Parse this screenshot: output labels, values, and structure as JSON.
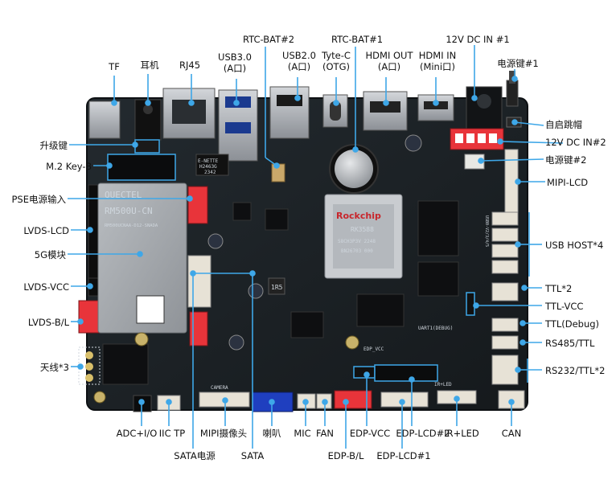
{
  "colors": {
    "pcb": "#1b2125",
    "pcb_edge": "#0d1013",
    "callout": "#3ea7e8",
    "connector_red": "#e8343a",
    "connector_white": "#e8e8e4",
    "connector_blue": "#1f3fbf",
    "metal": "#a9adb2",
    "chip": "#0e0f11"
  },
  "labels": {
    "tf": "TF",
    "earphone": "耳机",
    "rj45": "RJ45",
    "usb30": "USB3.0\n(A口)",
    "rtc_bat2": "RTC-BAT#2",
    "usb20": "USB2.0\n(A口)",
    "type_c": "Tyte-C\n(OTG)",
    "rtc_bat1": "RTC-BAT#1",
    "hdmi_out": "HDMI OUT\n(A口)",
    "hdmi_in": "HDMI IN\n(Mini口)",
    "dc_in1": "12V DC IN #1",
    "power_key1": "电源键#1",
    "auto_boot": "自启跳帽",
    "dc_in2": "12V DC IN#2",
    "power_key2": "电源键#2",
    "mipi_lcd": "MIPI-LCD",
    "usb_host": "USB HOST*4",
    "ttl2": "TTL*2",
    "ttl_vcc": "TTL-VCC",
    "ttl_debug": "TTL(Debug)",
    "rs485": "RS485/TTL",
    "rs232": "RS232/TTL*2",
    "upgrade_key": "升级键",
    "m2": "M.2 Key-B",
    "pse": "PSE电源输入",
    "lvds_lcd": "LVDS-LCD",
    "module_5g": "5G模块",
    "lvds_vcc": "LVDS-VCC",
    "lvds_bl": "LVDS-B/L",
    "antenna": "天线*3",
    "adc_io": "ADC+I/O",
    "iic_tp": "IIC TP",
    "sata_power": "SATA电源",
    "mipi_camera": "MIPI摄像头",
    "sata": "SATA",
    "speaker": "喇叭",
    "mic": "MIC",
    "fan": "FAN",
    "edp_vcc": "EDP-VCC",
    "edp_bl": "EDP-B/L",
    "edp_lcd2": "EDP-LCD#2",
    "edp_lcd1": "EDP-LCD#1",
    "ir_led": "IR+LED",
    "can": "CAN"
  },
  "silkscreen": {
    "soc_brand": "Rockchip",
    "soc_model": "RK3588",
    "soc_code1": "S8CH3P3V 2248",
    "soc_code2": "BN26703 000",
    "module_brand": "QUECTEL",
    "module_name": "RM500U-CN",
    "module_code": "RM500UCNAA-D12-SNADA",
    "magnetics": "E-NETTE",
    "magnetics_code": "H2463G",
    "magnetics_year": "2342",
    "camera_silk": "CAMERA",
    "uart_silk": "UART1(DEBUG)",
    "edp_silk": "EDP_VCC",
    "irled_silk": "IR+LED",
    "inductor": "1R5",
    "usb_silk": "USB0-V2/3/4/5"
  }
}
